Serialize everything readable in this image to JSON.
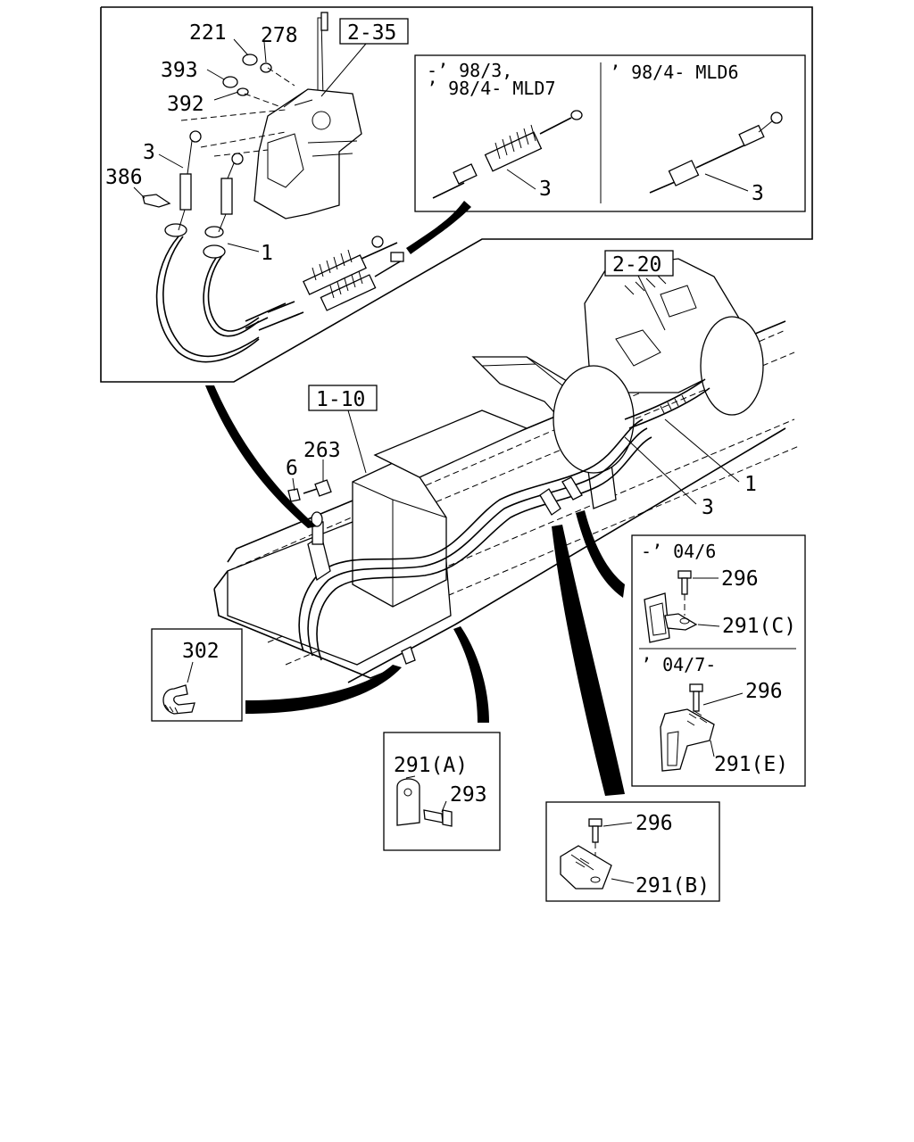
{
  "refs": {
    "shift_lever": "2-35",
    "transmission": "2-20",
    "frame": "1-10"
  },
  "parts": {
    "p221": "221",
    "p278": "278",
    "p393": "393",
    "p392": "392",
    "p3_top": "3",
    "p386": "386",
    "p1_top": "1",
    "p263": "263",
    "p6": "6",
    "p1_main": "1",
    "p3_main": "3",
    "p302": "302",
    "p291a": "291(A)",
    "p293": "293",
    "p296_b": "296",
    "p291b": "291(B)",
    "p296_c": "296",
    "p291c": "291(C)",
    "p296_e": "296",
    "p291e": "291(E)"
  },
  "variants": {
    "left_line1": "-’ 98/3,",
    "left_line2": "’ 98/4- MLD7",
    "left_part": "3",
    "right_line1": "’ 98/4- MLD6",
    "right_part": "3"
  },
  "date_ranges": {
    "c_range": "-’ 04/6",
    "e_range": "’ 04/7-"
  }
}
